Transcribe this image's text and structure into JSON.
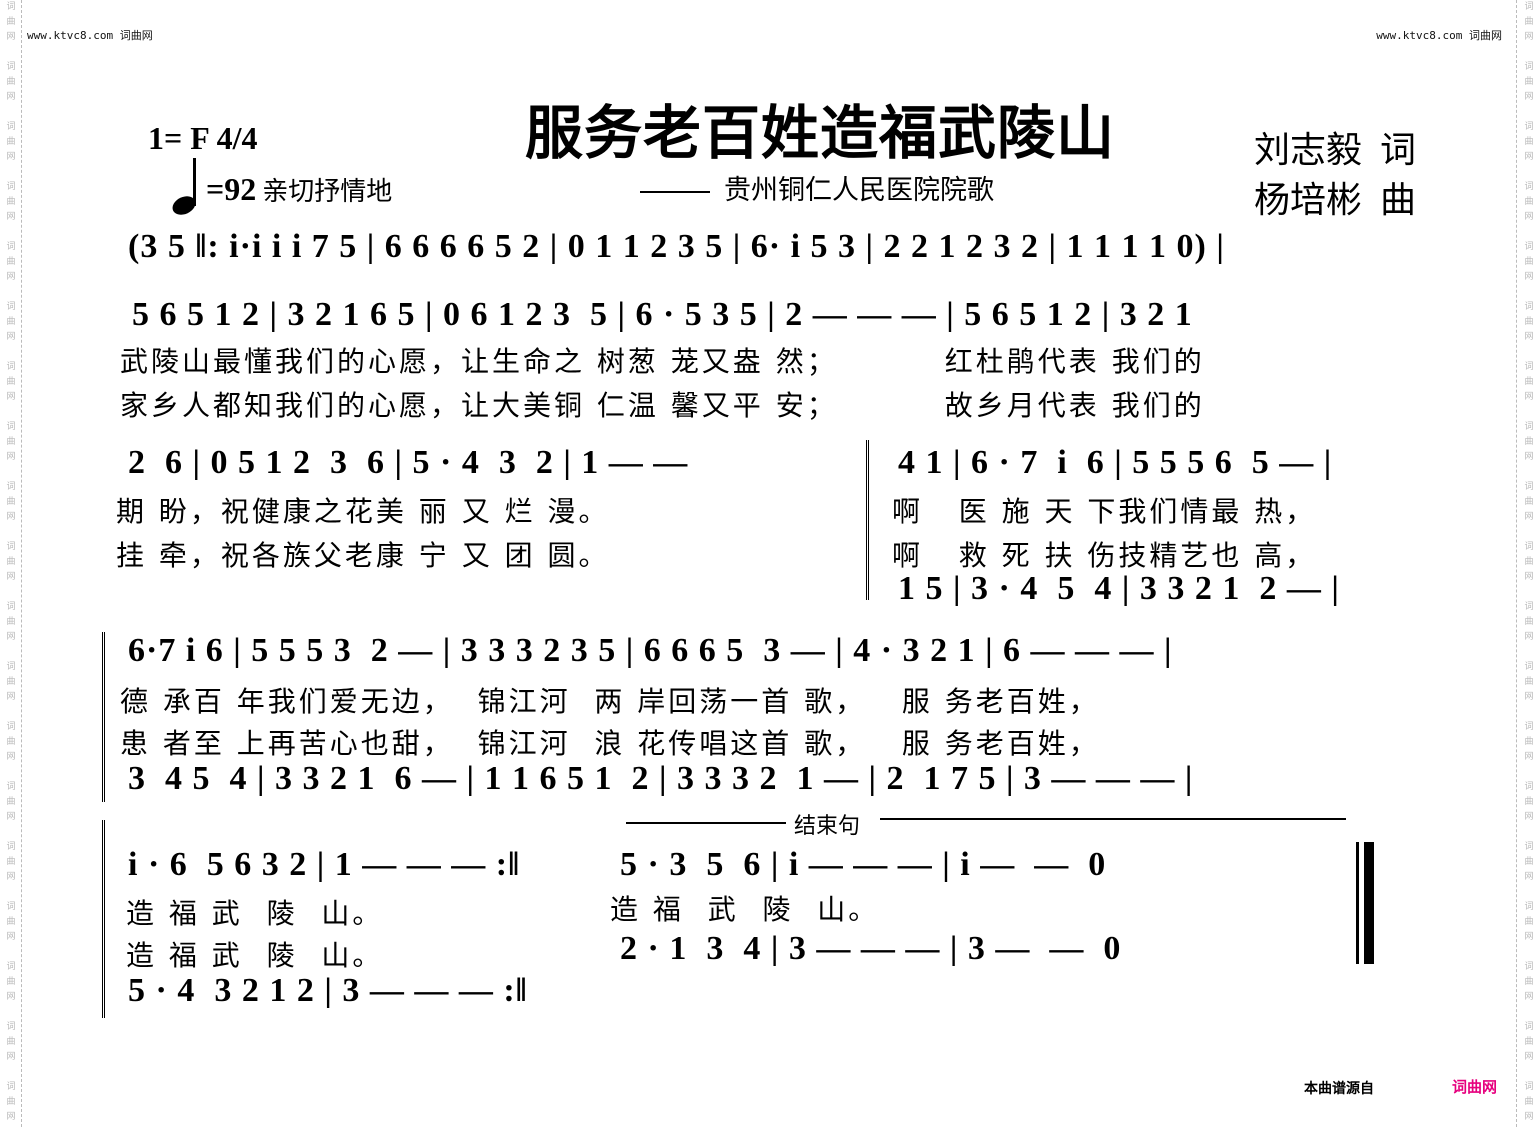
{
  "watermark": {
    "site_left": "www.ktvc8.com 词曲网",
    "site_right": "www.ktvc8.com 词曲网",
    "column_chars": [
      "词",
      "曲",
      "网"
    ],
    "column_color": "#b8b8b8"
  },
  "header": {
    "title": "服务老百姓造福武陵山",
    "subtitle": "贵州铜仁人民医院院歌",
    "lyricist": "刘志毅",
    "lyricist_role": "词",
    "composer": "杨培彬",
    "composer_role": "曲",
    "key_signature": "1=  F 4/4",
    "tempo_value": "=92",
    "tempo_marking": "亲切抒情地"
  },
  "score": {
    "line1": {
      "notes": "(3 5 ‖: i·i i i 7 5 | 6 6 6 6 5 2 | 0 1 1 2 3 5 | 6· i 5 3 | 2 2 1 2 3 2 | 1 1 1 1 0) |"
    },
    "line2": {
      "notes": "5 6 5 1 2 | 3 2 1 6 5 | 0 6 1 2 3  5 | 6 · 5 3 5 | 2 — — — | 5 6 5 1 2 | 3 2 1",
      "lyric1": "武陵山最懂我们的心愿，让生命之 树葱 茏又盎 然；         红杜鹃代表 我们的",
      "lyric2": "家乡人都知我们的心愿，让大美铜 仁温 馨又平 安；         故乡月代表 我们的"
    },
    "line3": {
      "notes": "2  6 | 0 5 1 2  3  6 | 5 · 4  3  2 | 1 — —",
      "lyric1": "期 盼，祝健康之花美 丽 又 烂 漫。",
      "lyric2": "挂 牵，祝各族父老康 宁 又 团 圆。"
    },
    "line3b": {
      "notes_upper": "4 1 | 6 · 7  i  6 | 5 5 5 6  5 — |",
      "lyric1": "啊   医 施 天 下我们情最 热，",
      "lyric2": "啊   救 死 扶 伤技精艺也 高，",
      "notes_lower": "1 5 | 3 · 4  5  4 | 3 3 2 1  2 — |"
    },
    "line4": {
      "notes_upper": "6·7 i 6 | 5 5 5 3  2 — | 3 3 3 2 3 5 | 6 6 6 5  3 — | 4 · 3 2 1 | 6 — — — |",
      "lyric1": "德 承百 年我们爱无边，  锦江河  两 岸回荡一首 歌，   服 务老百姓，",
      "lyric2": "患 者至 上再苦心也甜，  锦江河  浪 花传唱这首 歌，   服 务老百姓，",
      "notes_lower": "3  4 5  4 | 3 3 2 1  6 — | 1 1 6 5 1  2 | 3 3 3 2  1 — | 2  1 7 5 | 3 — — — |"
    },
    "line5": {
      "ending_label": "结束句",
      "notes_upper_a": "i · 6  5 6 3 2 | 1 — — — :‖",
      "lyric1_a": "造 福 武  陵  山。",
      "lyric2_a": "造 福 武  陵  山。",
      "notes_lower_a": "5 · 4  3 2 1 2 | 3 — — — :‖",
      "notes_upper_b": "5 · 3  5  6 | i — — — | i —  —  0",
      "lyric1_b": "造 福  武  陵  山。",
      "notes_lower_b": "2 · 1  3  4 | 3 — — — | 3 —  —  0"
    }
  },
  "footer": {
    "source_label": "本曲谱源自",
    "brand": "词曲网",
    "brand_color": "#e6007e"
  }
}
